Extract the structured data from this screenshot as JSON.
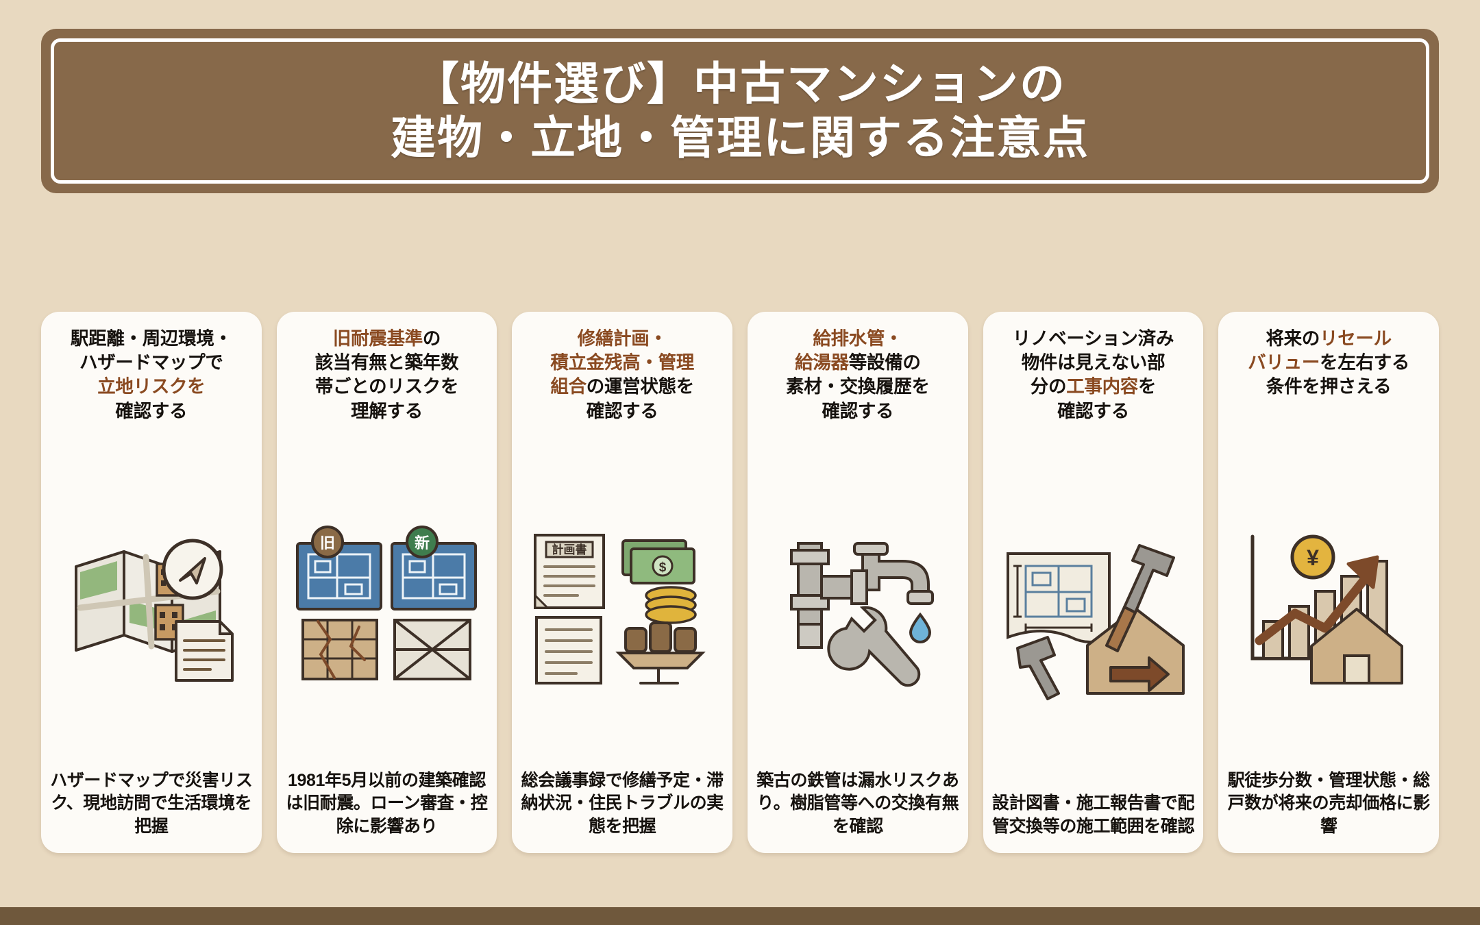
{
  "header": {
    "line1": "【物件選び】中古マンションの",
    "line2": "建物・立地・管理に関する注意点"
  },
  "theme": {
    "background": "#e8d9c0",
    "header_bg": "#87694a",
    "card_bg": "#fdfbf7",
    "accent_text": "#8a4a21",
    "body_text": "#16120e",
    "bottom_bar": "#6f583c"
  },
  "cards": [
    {
      "id": "location-risk",
      "title_parts": [
        {
          "text": "駅距離・周辺環境・",
          "highlight": false
        },
        {
          "text": "ハザードマップで",
          "highlight": false
        },
        {
          "text": "立地リスク",
          "highlight": true
        },
        {
          "text": "を",
          "highlight": false
        },
        {
          "text": "確認する",
          "highlight": false
        }
      ],
      "title_plain": "駅距離・周辺環境・ハザードマップで立地リスクを確認する",
      "icon": "hazard-map-icon",
      "footer": "ハザードマップで災害リスク、現地訪問で生活環境を把握"
    },
    {
      "id": "seismic-standard",
      "title_parts": [
        {
          "text": "旧耐震基準",
          "highlight": true
        },
        {
          "text": "の",
          "highlight": false
        },
        {
          "text": "該当有無と築年数",
          "highlight": false
        },
        {
          "text": "帯ごとのリスクを",
          "highlight": false
        },
        {
          "text": "理解する",
          "highlight": false
        }
      ],
      "title_plain": "旧耐震基準の該当有無と築年数帯ごとのリスクを理解する",
      "icon": "old-new-blueprint-icon",
      "footer": "1981年5月以前の建築確認は旧耐震。ローン審査・控除に影響あり"
    },
    {
      "id": "repair-plan",
      "title_parts": [
        {
          "text": "修繕計画・",
          "highlight": true
        },
        {
          "text": "積立金残高・管理",
          "highlight": true
        },
        {
          "text": "組合",
          "highlight": true
        },
        {
          "text": "の運営状態を",
          "highlight": false
        },
        {
          "text": "確認する",
          "highlight": false
        }
      ],
      "title_plain": "修繕計画・積立金残高・管理組合の運営状態を確認する",
      "icon": "plan-document-money-icon",
      "footer": "総会議事録で修繕予定・滞納状況・住民トラブルの実態を把握"
    },
    {
      "id": "plumbing",
      "title_parts": [
        {
          "text": "給排水管・",
          "highlight": true
        },
        {
          "text": "給湯器",
          "highlight": true
        },
        {
          "text": "等設備の",
          "highlight": false
        },
        {
          "text": "素材・交換履歴を",
          "highlight": false
        },
        {
          "text": "確認する",
          "highlight": false
        }
      ],
      "title_plain": "給排水管・給湯器等設備の素材・交換履歴を確認する",
      "icon": "faucet-pipe-wrench-icon",
      "footer": "築古の鉄管は漏水リスクあり。樹脂管等への交換有無を確認"
    },
    {
      "id": "renovation",
      "title_parts": [
        {
          "text": "リノベーション済み",
          "highlight": false
        },
        {
          "text": "物件は見えない部",
          "highlight": false
        },
        {
          "text": "分の",
          "highlight": false
        },
        {
          "text": "工事内容",
          "highlight": true
        },
        {
          "text": "を",
          "highlight": false
        },
        {
          "text": "確認する",
          "highlight": false
        }
      ],
      "title_plain": "リノベーション済み物件は見えない部分の工事内容を確認する",
      "icon": "blueprint-hammer-house-icon",
      "footer": "設計図書・施工報告書で配管交換等の施工範囲を確認"
    },
    {
      "id": "resale-value",
      "title_parts": [
        {
          "text": "将来の",
          "highlight": false
        },
        {
          "text": "リセール",
          "highlight": true
        },
        {
          "text": "バリュー",
          "highlight": true
        },
        {
          "text": "を左右する",
          "highlight": false
        },
        {
          "text": "条件を押さえる",
          "highlight": false
        }
      ],
      "title_plain": "将来のリセールバリューを左右する条件を押さえる",
      "icon": "growth-chart-house-icon",
      "footer": "駅徒歩分数・管理状態・総戸数が将来の売却価格に影響"
    }
  ],
  "card_titles_lines": {
    "c1": [
      "駅距離・周辺環境・",
      "ハザードマップで",
      "立地リスクを",
      "確認する"
    ],
    "c2": [
      "旧耐震基準の",
      "該当有無と築年数",
      "帯ごとのリスクを",
      "理解する"
    ],
    "c3": [
      "修繕計画・",
      "積立金残高・管理",
      "組合の運営状態を",
      "確認する"
    ],
    "c4": [
      "給排水管・",
      "給湯器等設備の",
      "素材・交換履歴を",
      "確認する"
    ],
    "c5": [
      "リノベーション済み",
      "物件は見えない部",
      "分の工事内容を",
      "確認する"
    ],
    "c6": [
      "将来のリセール",
      "バリューを左右する",
      "条件を押さえる"
    ]
  },
  "icon_badges": {
    "old": "旧",
    "new": "新",
    "plan_doc": "計画書",
    "yen": "¥",
    "dollar": "$"
  }
}
